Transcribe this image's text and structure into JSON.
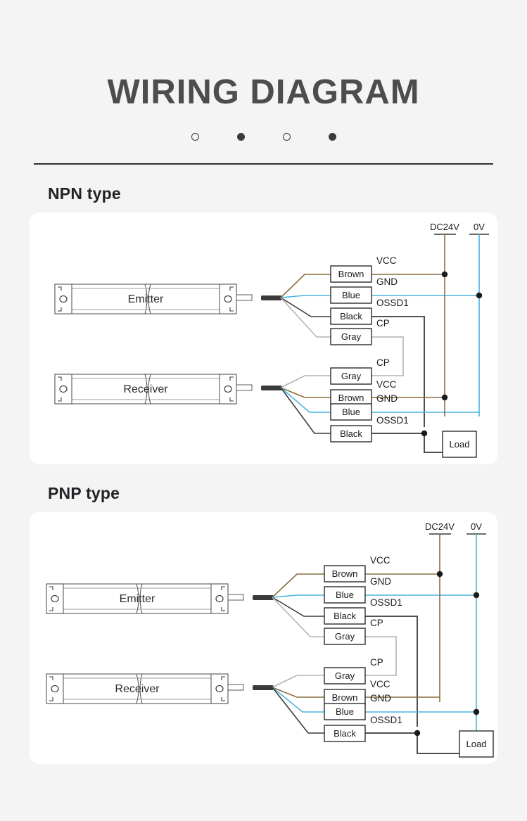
{
  "header": {
    "title": "WIRING DIAGRAM",
    "dots": [
      "hollow",
      "filled",
      "hollow",
      "filled"
    ],
    "divider_color": "#2f3033"
  },
  "colors": {
    "page_background": "#f4f4f4",
    "card_background": "#ffffff",
    "brown_wire": "#8a6d3b",
    "blue_wire": "#4ab3e0",
    "black_wire": "#3a3a3a",
    "gray_wire": "#b3b3b3",
    "title_text": "#4d4d4d",
    "section_text": "#222326"
  },
  "sections": [
    {
      "heading": "NPN type",
      "devices": [
        {
          "label": "Emitter"
        },
        {
          "label": "Receiver"
        }
      ],
      "supply": [
        {
          "label": "DC24V",
          "color": "#8a6d3b"
        },
        {
          "label": "0V",
          "color": "#4ab3e0"
        }
      ],
      "emitter_wires": [
        {
          "box": "Brown",
          "signal": "VCC",
          "color": "#8a6d3b"
        },
        {
          "box": "Blue",
          "signal": "GND",
          "color": "#4ab3e0"
        },
        {
          "box": "Black",
          "signal": "OSSD1",
          "color": "#3a3a3a"
        },
        {
          "box": "Gray",
          "signal": "CP",
          "color": "#b3b3b3"
        }
      ],
      "receiver_wires": [
        {
          "box": "Gray",
          "signal": "CP",
          "color": "#b3b3b3"
        },
        {
          "box": "Brown",
          "signal": "VCC",
          "color": "#8a6d3b"
        },
        {
          "box": "Blue",
          "signal": "GND",
          "color": "#4ab3e0"
        },
        {
          "box": "Black",
          "signal": "OSSD1",
          "color": "#3a3a3a"
        }
      ],
      "load": {
        "label": "Load",
        "top_connection": "DC24V",
        "bottom_connection": "OSSD1"
      }
    },
    {
      "heading": "PNP type",
      "devices": [
        {
          "label": "Emitter"
        },
        {
          "label": "Receiver"
        }
      ],
      "supply": [
        {
          "label": "DC24V",
          "color": "#8a6d3b"
        },
        {
          "label": "0V",
          "color": "#4ab3e0"
        }
      ],
      "emitter_wires": [
        {
          "box": "Brown",
          "signal": "VCC",
          "color": "#8a6d3b"
        },
        {
          "box": "Blue",
          "signal": "GND",
          "color": "#4ab3e0"
        },
        {
          "box": "Black",
          "signal": "OSSD1",
          "color": "#3a3a3a"
        },
        {
          "box": "Gray",
          "signal": "CP",
          "color": "#b3b3b3"
        }
      ],
      "receiver_wires": [
        {
          "box": "Gray",
          "signal": "CP",
          "color": "#b3b3b3"
        },
        {
          "box": "Brown",
          "signal": "VCC",
          "color": "#8a6d3b"
        },
        {
          "box": "Blue",
          "signal": "GND",
          "color": "#4ab3e0"
        },
        {
          "box": "Black",
          "signal": "OSSD1",
          "color": "#3a3a3a"
        }
      ],
      "load": {
        "label": "Load",
        "top_connection": "0V",
        "bottom_connection": "OSSD1"
      }
    }
  ]
}
